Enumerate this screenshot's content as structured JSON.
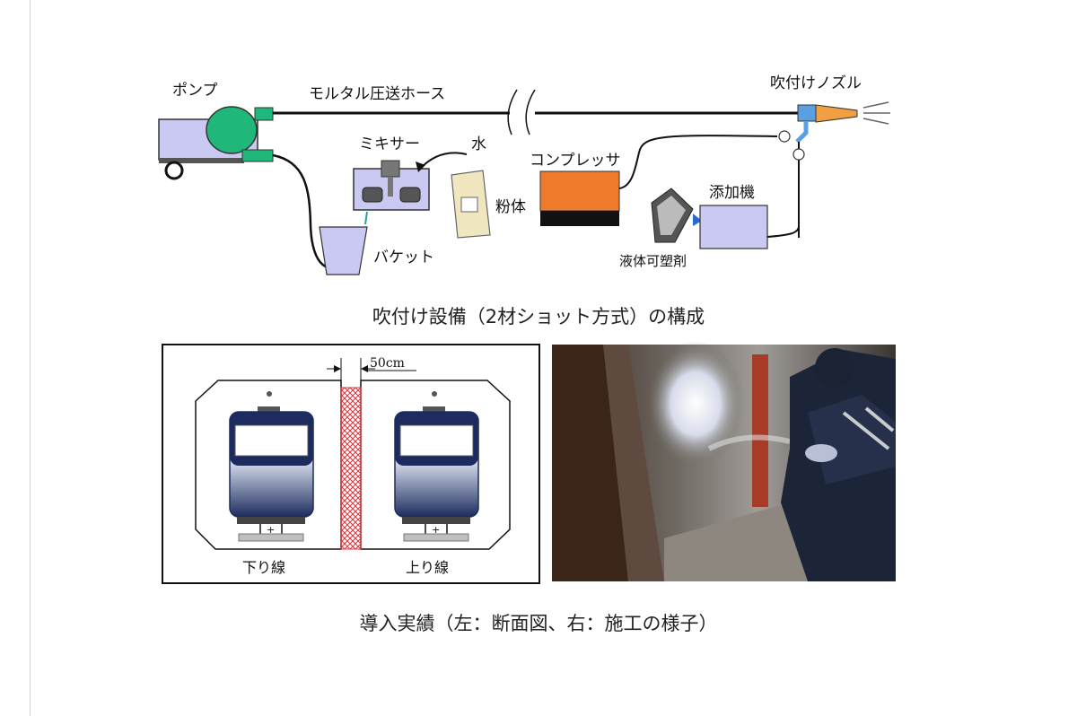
{
  "labels": {
    "pump": "ポンプ",
    "hose": "モルタル圧送ホース",
    "nozzle": "吹付けノズル",
    "mixer": "ミキサー",
    "water": "水",
    "powder": "粉体",
    "bucket": "バケット",
    "compressor": "コンプレッサ",
    "additive_machine": "添加機",
    "plasticizer": "液体可塑剤"
  },
  "caption_top": "吹付け設備（2材ショット方式）の構成",
  "section": {
    "width_label": "50cm",
    "down_line": "下り線",
    "up_line": "上り線"
  },
  "caption_bottom": "導入実績（左：断面図、右：施工の様子）",
  "colors": {
    "pump_green": "#1fb87a",
    "machine_lavender": "#c9c9f2",
    "compressor_orange": "#ee7a2c",
    "nozzle_orange": "#f0a040",
    "nozzle_blue": "#5aa0e0",
    "train_navy": "#1d2c5e",
    "hatch_red": "#e0303a"
  }
}
